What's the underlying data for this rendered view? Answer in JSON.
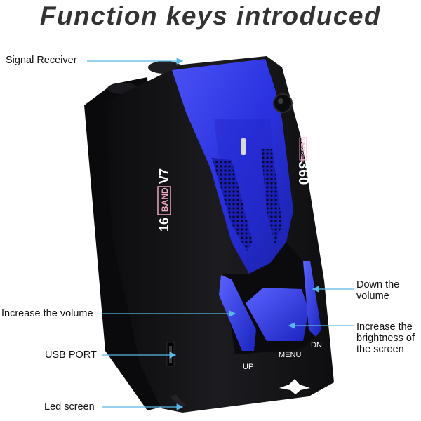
{
  "title": "Function keys introduced",
  "labels": {
    "signal_receiver": "Signal Receiver",
    "increase_volume": "Increase the volume",
    "usb_port": "USB PORT",
    "led_screen": "Led screen",
    "down_volume": "Down the volume",
    "increase_brightness": "Increase the brightness of the screen"
  },
  "device": {
    "band_number": "16",
    "band_word": "BAND",
    "model": "V7",
    "degree": "360",
    "degree_small": "DEGREE",
    "buttons": {
      "up": "UP",
      "menu": "MENU",
      "dn": "DN"
    }
  },
  "colors": {
    "accent_blue": "#2a32e0",
    "body": "#141417",
    "arrow": "#5ab8e8",
    "title": "#333333"
  }
}
